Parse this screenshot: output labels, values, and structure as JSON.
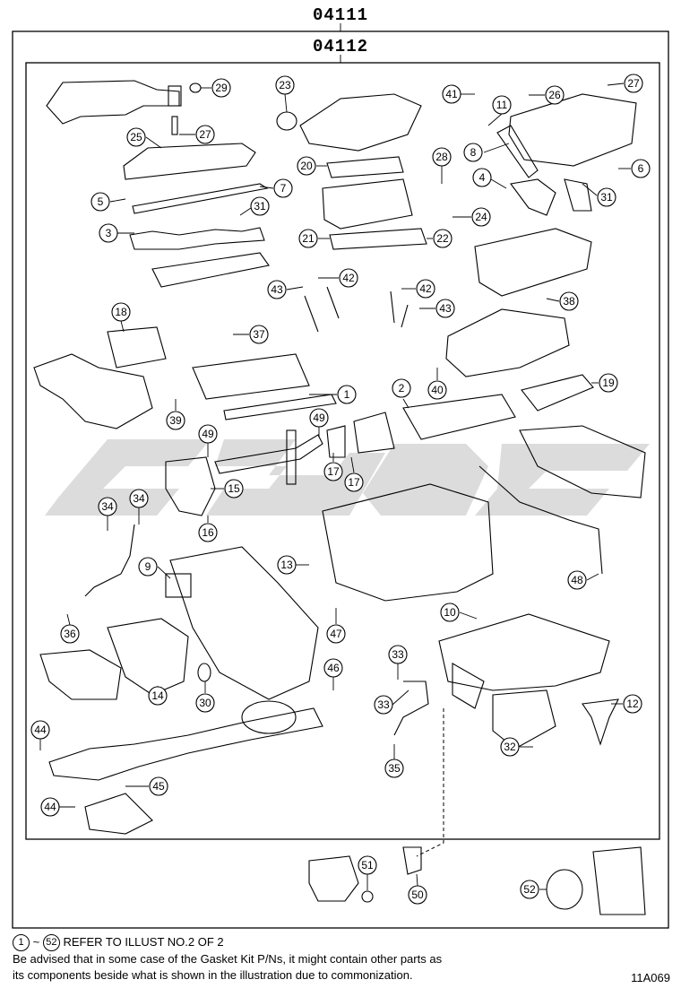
{
  "header": {
    "outer_code": "04111",
    "inner_code": "04112"
  },
  "watermark": {
    "description_icon": "watermark-logo",
    "color": "#d4d4d4"
  },
  "callouts": [
    "1",
    "2",
    "3",
    "4",
    "5",
    "6",
    "7",
    "8",
    "9",
    "10",
    "11",
    "12",
    "13",
    "14",
    "15",
    "16",
    "17",
    "17",
    "18",
    "19",
    "20",
    "21",
    "22",
    "23",
    "24",
    "25",
    "26",
    "27",
    "27",
    "28",
    "29",
    "30",
    "31",
    "31",
    "32",
    "33",
    "33",
    "34",
    "34",
    "35",
    "36",
    "37",
    "38",
    "39",
    "40",
    "41",
    "42",
    "42",
    "43",
    "43",
    "44",
    "44",
    "45",
    "46",
    "47",
    "48",
    "49",
    "49",
    "50",
    "51",
    "52"
  ],
  "footer": {
    "range_start": "1",
    "range_sep": "~",
    "range_end": "52",
    "refer_text": "REFER TO ILLUST NO.2 OF 2",
    "note_line1": "Be advised that in some case of the Gasket Kit P/Ns,  it might contain other parts as",
    "note_line2": "its components beside what is shown in the illustration due to commonization.",
    "figure_id": "11A069"
  }
}
